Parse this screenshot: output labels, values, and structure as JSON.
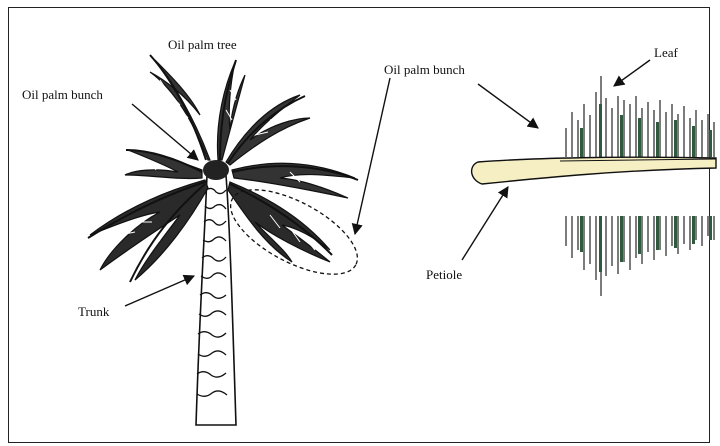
{
  "labels": {
    "tree_title": "Oil palm tree",
    "bunch_left": "Oil palm bunch",
    "bunch_right": "Oil palm bunch",
    "trunk": "Trunk",
    "leaf": "Leaf",
    "petiole": "Petiole"
  },
  "colors": {
    "ink": "#111111",
    "petiole_fill": "#f7efc4",
    "leaflet_green": "#2f5a3e"
  },
  "icons": {
    "tree": "oil-palm-tree-illustration",
    "frond": "oil-palm-frond-illustration"
  }
}
